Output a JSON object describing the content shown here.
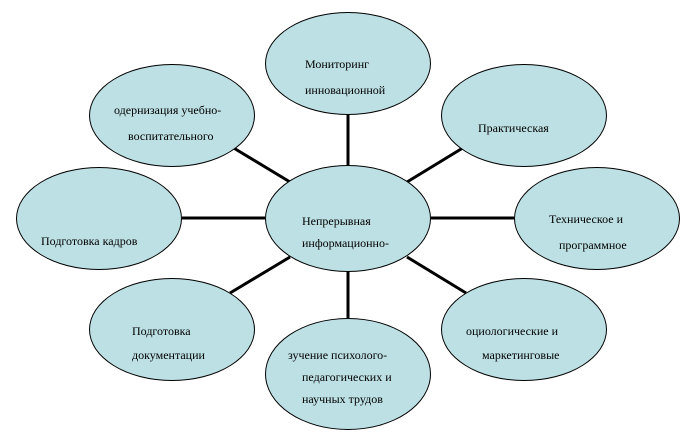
{
  "diagram": {
    "center": {
      "line1": "Непрерывная",
      "line2": "информационно-"
    },
    "top": {
      "line1": "Мониторинг",
      "line2": "инновационной"
    },
    "top_left": {
      "line1": "одернизация учебно-",
      "line2": "воспитательного"
    },
    "top_right": {
      "line1": "Практическая"
    },
    "left": {
      "line1": "Подготовка кадров"
    },
    "right": {
      "line1": "Техническое и",
      "line2": "программное"
    },
    "bottom_left": {
      "line1": "Подготовка",
      "line2": "документации"
    },
    "bottom": {
      "line1": "зучение психолого-",
      "line2": "педагогических  и",
      "line3": "научных трудов"
    },
    "bottom_right": {
      "line1": "оциологические и",
      "line2": "маркетинговые"
    },
    "colors": {
      "node_fill": "#bde0e4",
      "outline": "#000000"
    }
  }
}
